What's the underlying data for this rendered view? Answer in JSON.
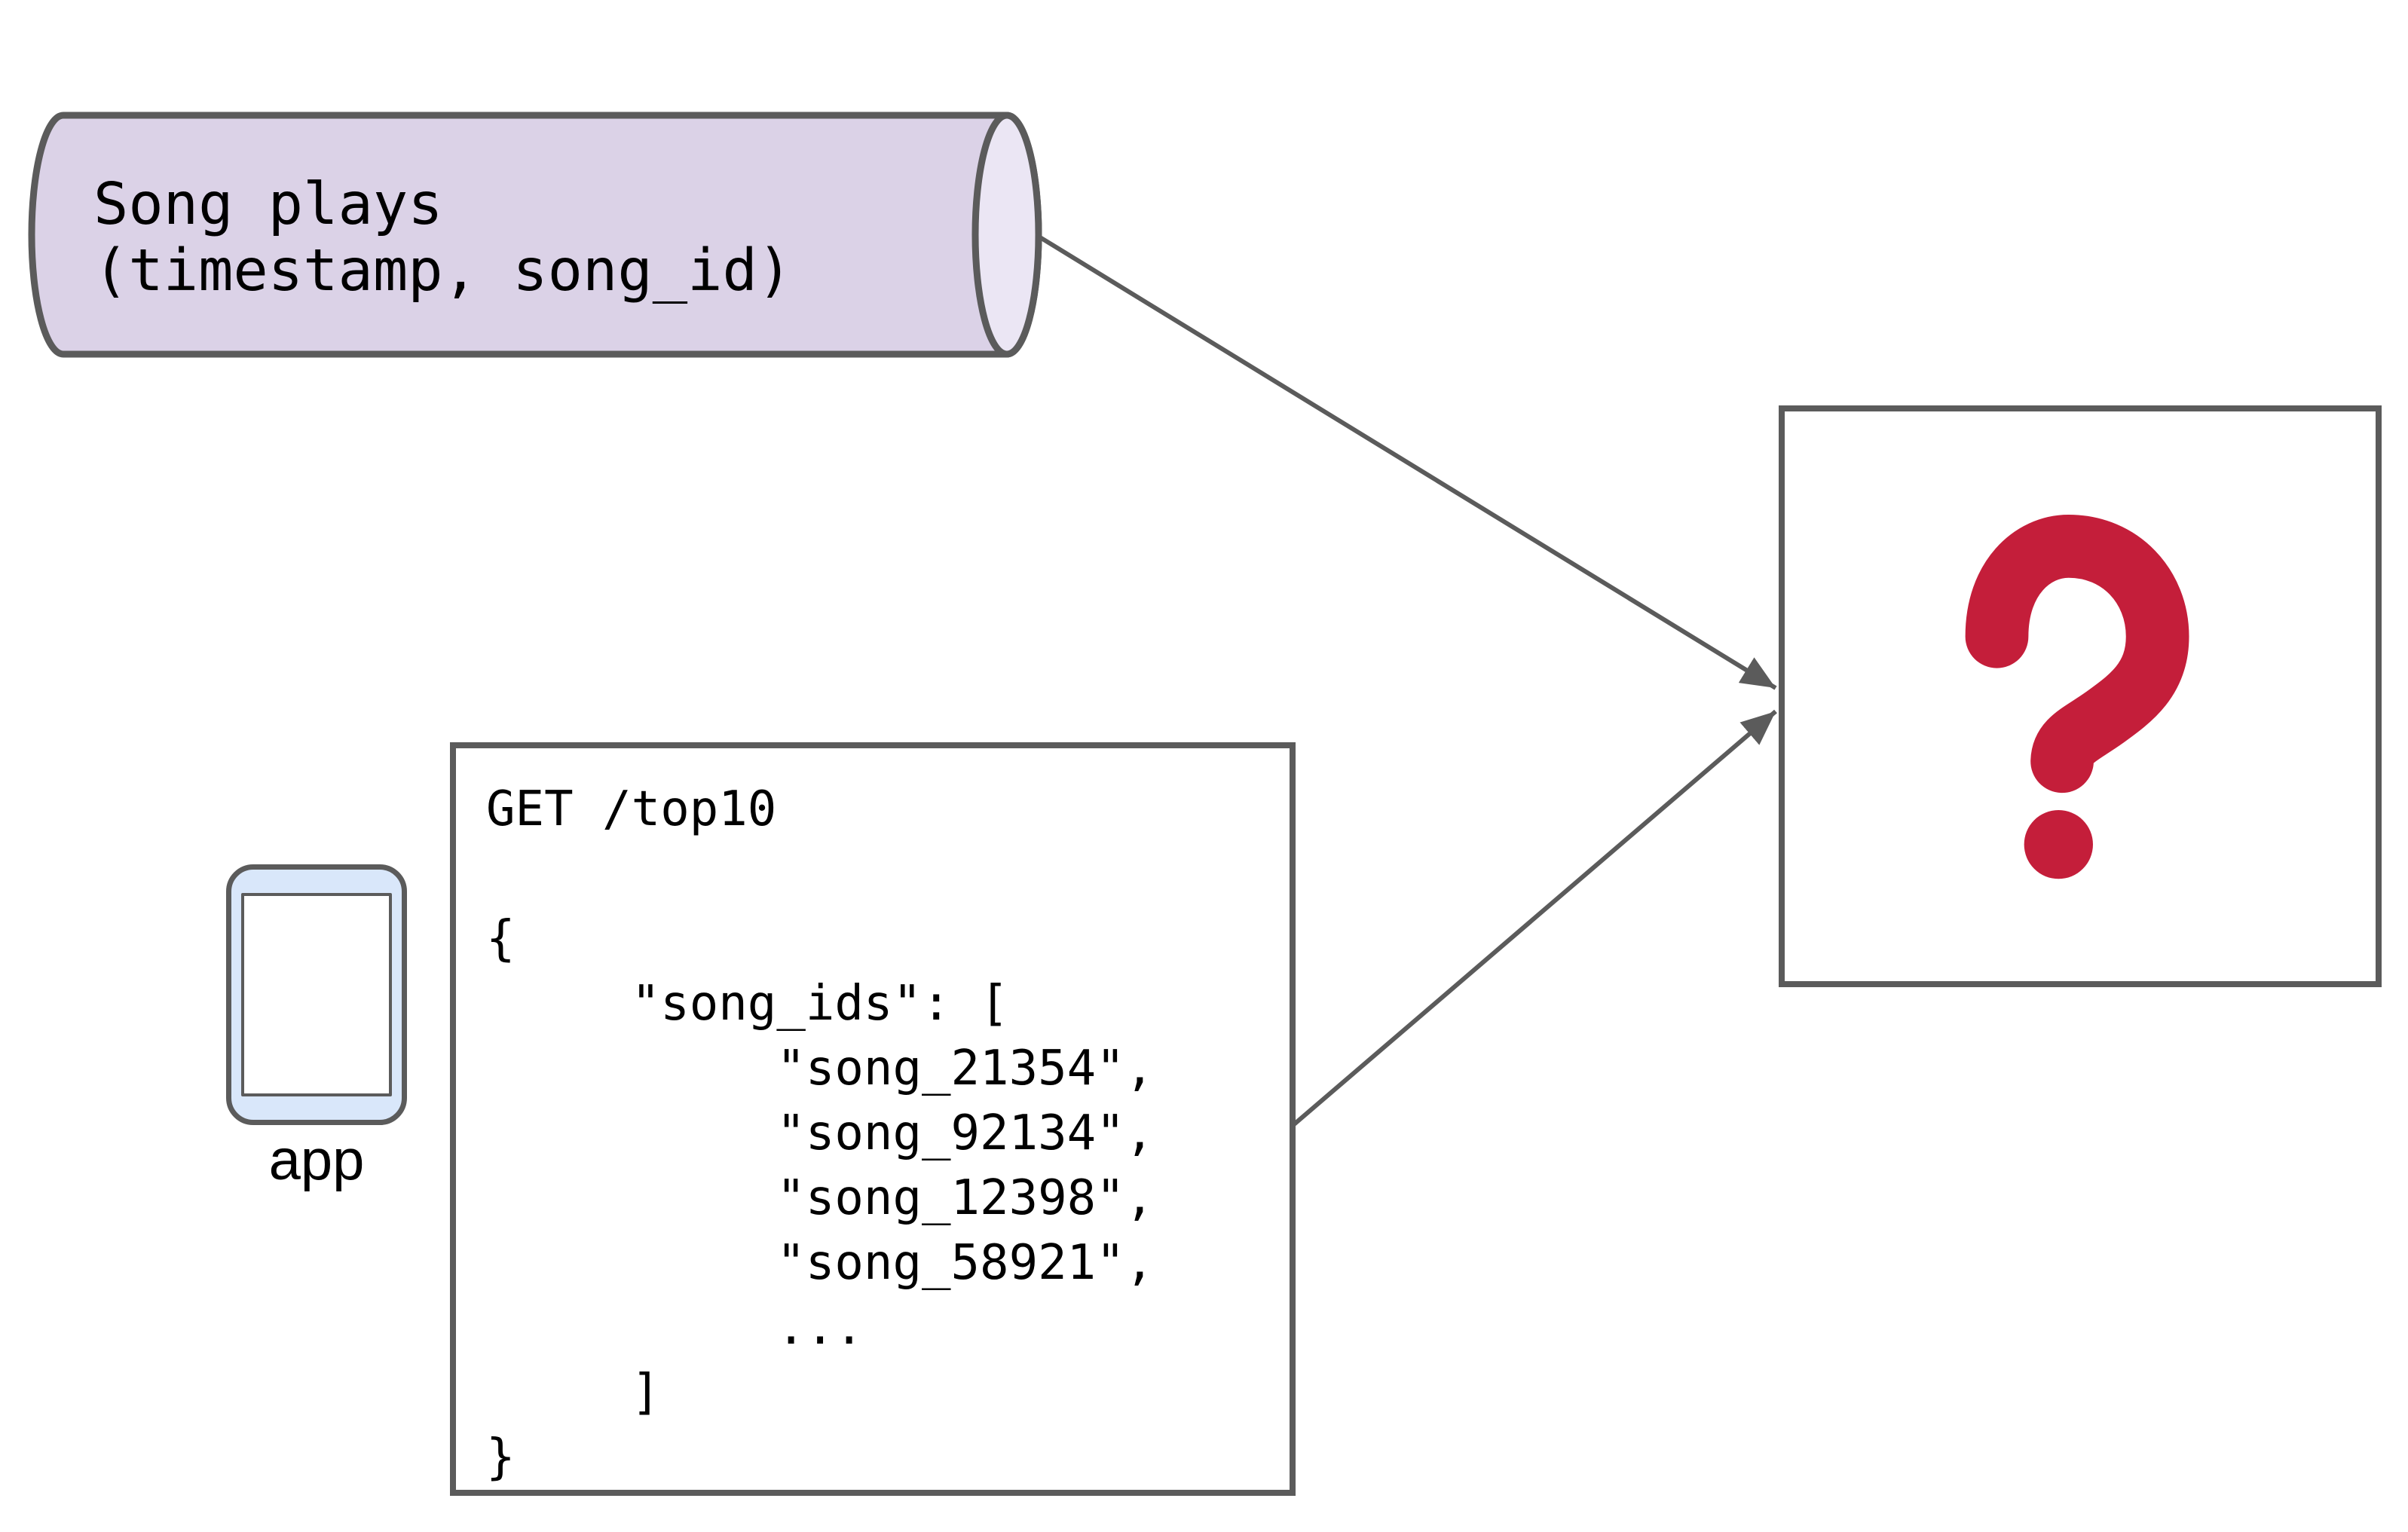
{
  "colors": {
    "stroke": "#5B5B5B",
    "cylinder-fill": "#DBD2E7",
    "cylinder-cap-fill": "#EBE6F4",
    "phone-fill": "#D9E7FA",
    "surface": "#FFFFFF",
    "question-red": "#C41E3A",
    "text": "#000000"
  },
  "queue": {
    "label": "Song plays\n(timestamp, song_id)"
  },
  "request_box": {
    "code": "GET /top10\n\n{\n     \"song_ids\": [\n          \"song_21354\",\n          \"song_92134\",\n          \"song_12398\",\n          \"song_58921\",\n          ...\n     ]\n}"
  },
  "app": {
    "label": "app"
  },
  "unknown_service": {
    "symbol": "?"
  },
  "icons": {
    "queue-cylinder-icon": "horizontal-cylinder",
    "phone-icon": "smartphone-outline",
    "question-mark-icon": "?",
    "arrowhead-icon": "filled-triangle"
  }
}
